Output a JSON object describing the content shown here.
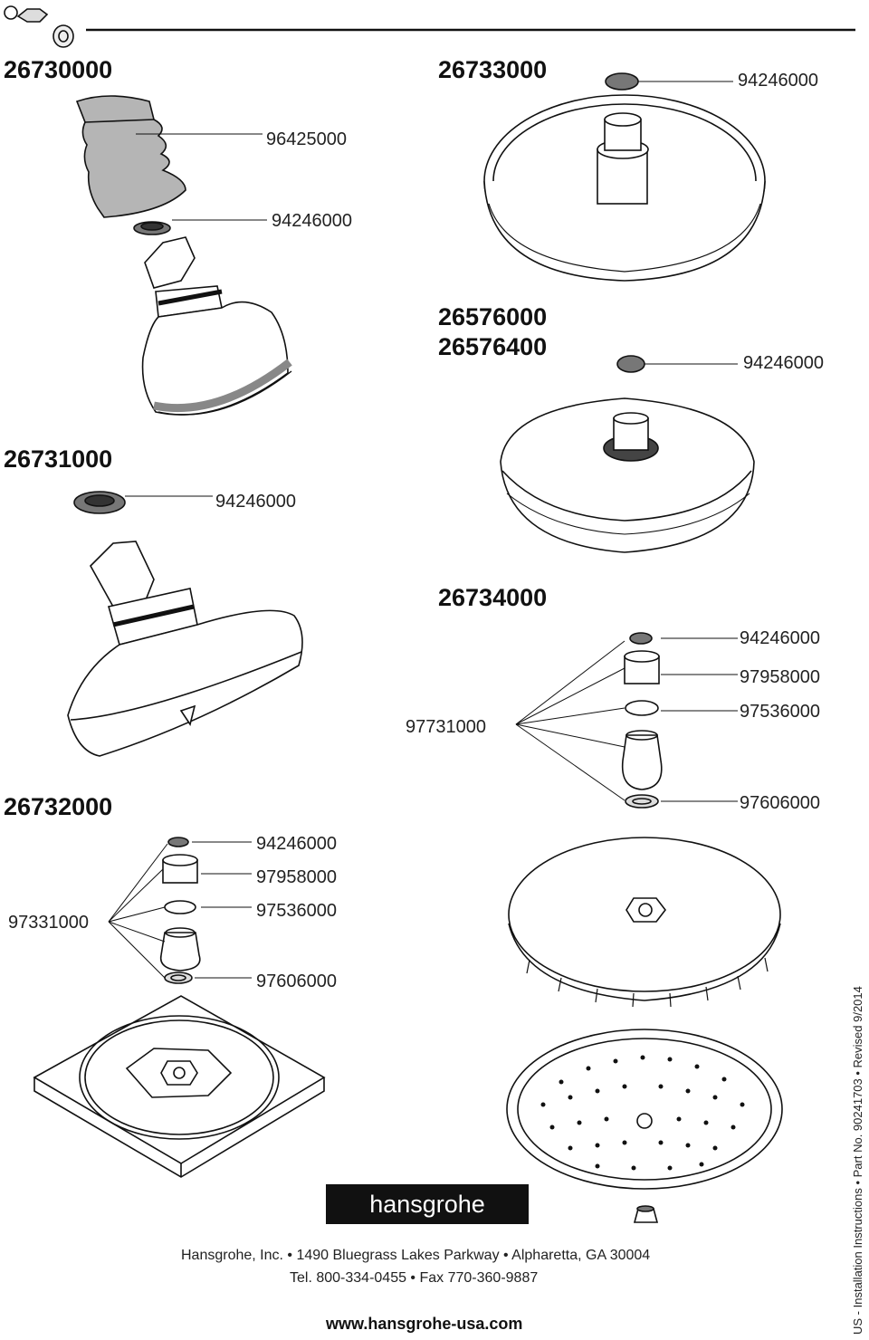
{
  "models": {
    "m1": "26730000",
    "m2": "26733000",
    "m3a": "26576000",
    "m3b": "26576400",
    "m4": "26731000",
    "m5": "26734000",
    "m6": "26732000"
  },
  "parts": {
    "p_96425000": "96425000",
    "p_94246000_a": "94246000",
    "p_94246000_b": "94246000",
    "p_94246000_c": "94246000",
    "p_94246000_d": "94246000",
    "p_94246000_e": "94246000",
    "p_94246000_f": "94246000",
    "p_97958000_a": "97958000",
    "p_97536000_a": "97536000",
    "p_97606000_a": "97606000",
    "p_97731000": "97731000",
    "p_97331000": "97331000",
    "p_97958000_b": "97958000",
    "p_97536000_b": "97536000",
    "p_97606000_b": "97606000"
  },
  "footer": {
    "brand": "hansgrohe",
    "address": "Hansgrohe, Inc. • 1490 Bluegrass Lakes Parkway • Alpharetta, GA  30004",
    "phone": "Tel. 800-334-0455 • Fax 770-360-9887",
    "website": "www.hansgrohe-usa.com",
    "side_note": "US - Installation Instructions • Part No. 90241703 • Revised 9/2014"
  }
}
